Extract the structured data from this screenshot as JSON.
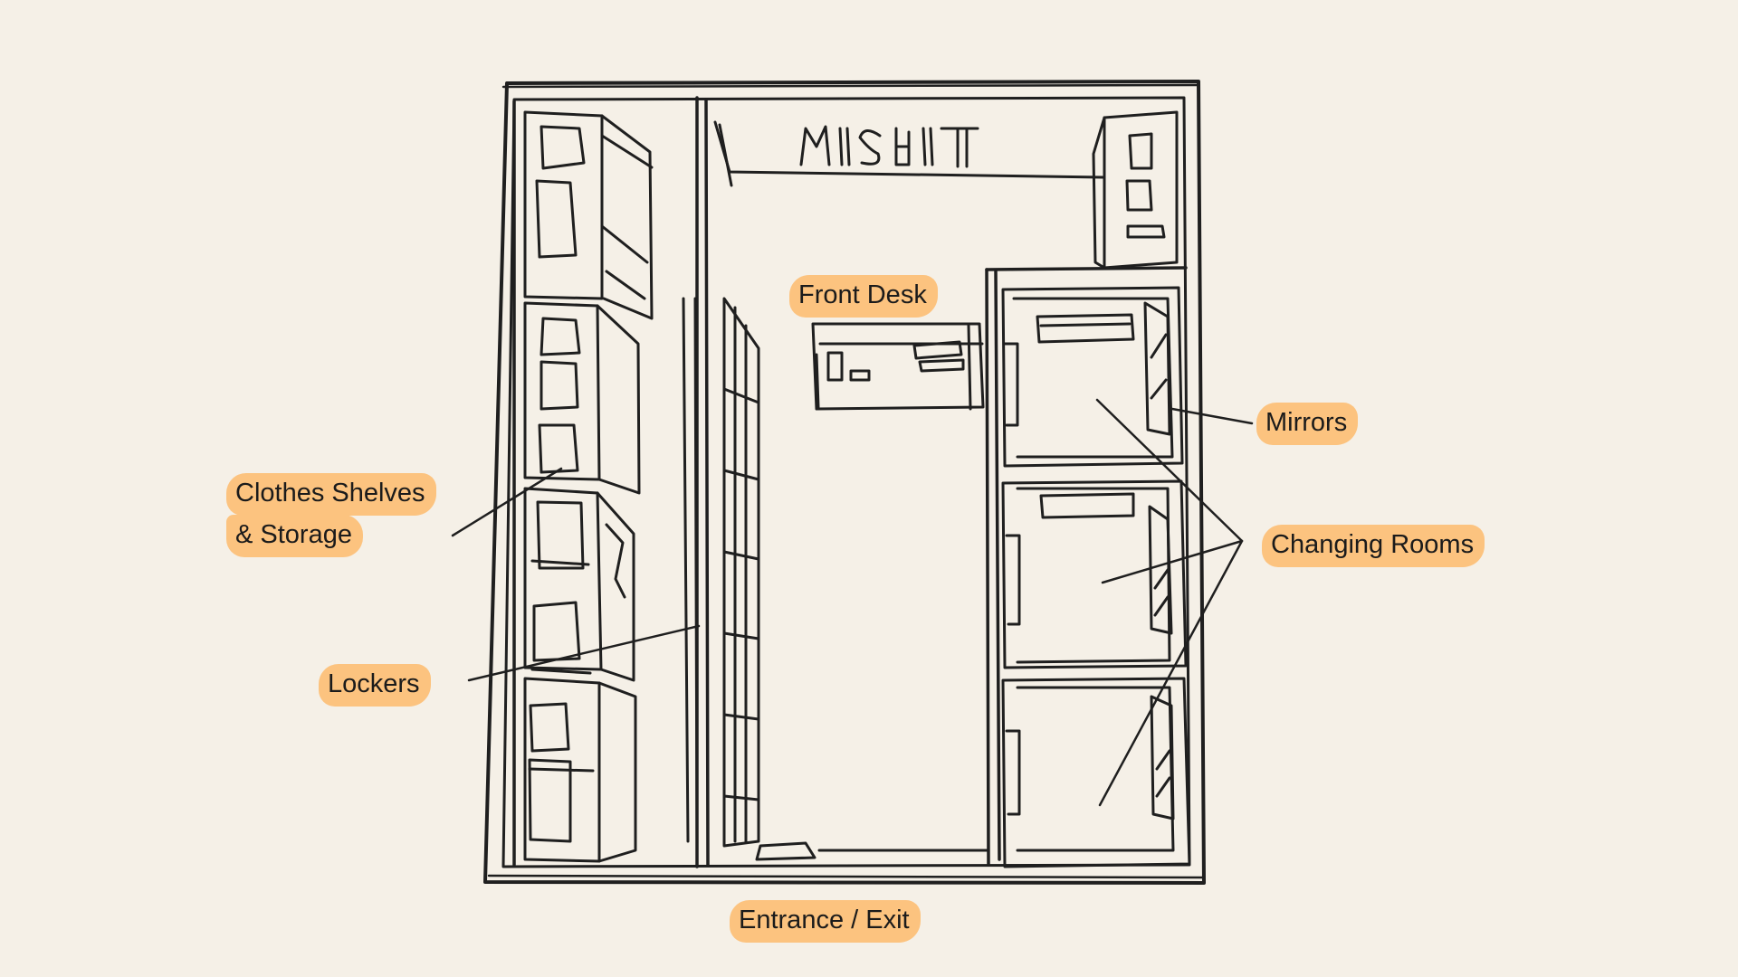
{
  "sign": {
    "text": "MISFIT"
  },
  "labels": {
    "front_desk": "Front Desk",
    "mirrors": "Mirrors",
    "changing_rooms": "Changing Rooms",
    "clothes_line1": "Clothes Shelves",
    "clothes_line2": "& Storage",
    "lockers": "Lockers",
    "entrance": "Entrance / Exit"
  },
  "colors": {
    "background": "#f5f0e7",
    "ink": "#1f1f1f",
    "highlight": "#fcc37f"
  }
}
